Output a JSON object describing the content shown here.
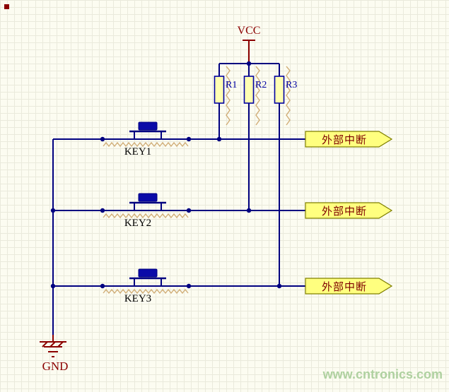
{
  "schematic": {
    "vcc_label": "VCC",
    "gnd_label": "GND",
    "resistors": [
      {
        "designator": "R1"
      },
      {
        "designator": "R2"
      },
      {
        "designator": "R3"
      }
    ],
    "keys": [
      {
        "designator": "KEY1"
      },
      {
        "designator": "KEY2"
      },
      {
        "designator": "KEY3"
      }
    ],
    "ports": [
      {
        "label": "外部中断"
      },
      {
        "label": "外部中断"
      },
      {
        "label": "外部中断"
      }
    ],
    "colors": {
      "wire": "#000080",
      "power": "#8B0000",
      "component_outline": "#0000A0",
      "component_fill": "#FFFFB3",
      "switch_cap": "#0A0AA8",
      "port_fill": "#FFFF7F",
      "port_outline": "#7F7F00",
      "port_text": "#7F0000",
      "hatch": "#C9A063",
      "background": "#FCFCF1"
    }
  },
  "watermark": {
    "text": "www.cntronics.com",
    "color": "#ABCF9C"
  }
}
